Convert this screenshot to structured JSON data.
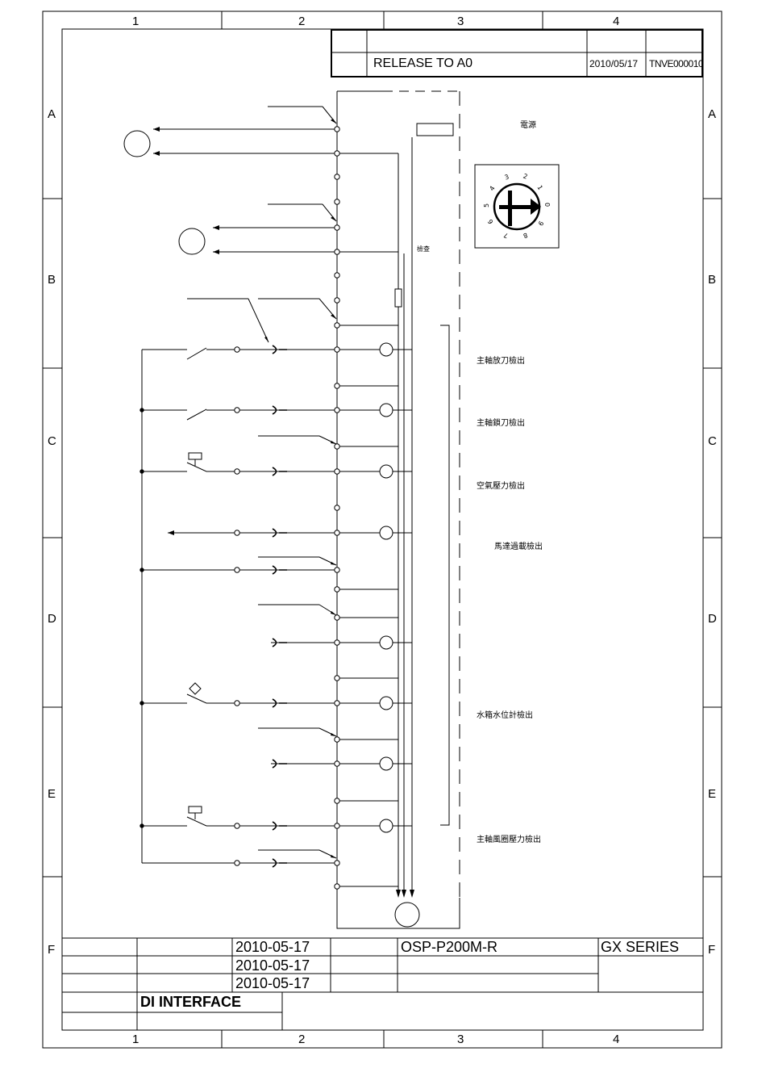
{
  "revision": {
    "description": "RELEASE TO A0",
    "date": "2010/05/17",
    "number": "TNVE000010"
  },
  "zones": {
    "columns": [
      "1",
      "2",
      "3",
      "4"
    ],
    "rows": [
      "A",
      "B",
      "C",
      "D",
      "E",
      "F"
    ]
  },
  "labels": {
    "power": "電源",
    "check": "檢查",
    "spindle_unclamp": "主軸放刀檢出",
    "spindle_clamp": "主軸鎖刀檢出",
    "air_pressure": "空氣壓力檢出",
    "motor_overload": "馬達過載檢出",
    "water_level": "水箱水位計檢出",
    "spindle_air_curtain": "主軸風圈壓力檢出"
  },
  "rotary_switch": {
    "positions": [
      "0",
      "1",
      "2",
      "3",
      "4",
      "5",
      "6",
      "7",
      "8",
      "9"
    ]
  },
  "title_block": {
    "dates": [
      "2010-05-17",
      "2010-05-17",
      "2010-05-17"
    ],
    "model": "OSP-P200M-R",
    "series": "GX SERIES",
    "drawing_title": "DI INTERFACE"
  }
}
